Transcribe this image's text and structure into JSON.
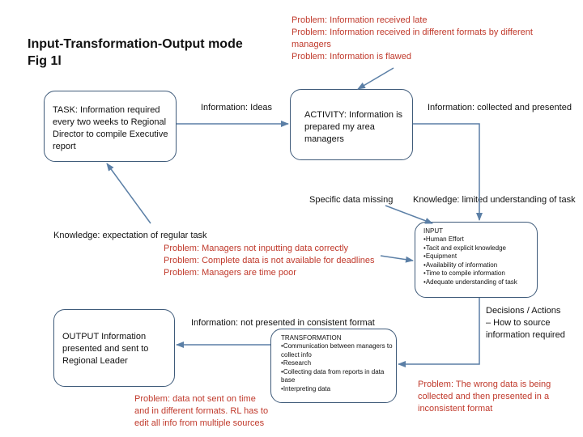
{
  "title": {
    "line1": "Input-Transformation-Output mode",
    "line2": "Fig 1l"
  },
  "top_problems": [
    "Problem: Information received late",
    "Problem: Information received in different formats by different managers",
    "Problem: Information is flawed"
  ],
  "task_box": {
    "text": "TASK: Information required every two weeks to Regional Director to compile Executive report"
  },
  "activity_box": {
    "text": "ACTIVITY: Information is prepared my area managers"
  },
  "input_box": {
    "heading": "INPUT",
    "items": [
      "Human Effort",
      "Tacit and explicit knowledge",
      "Equipment",
      "Availability of information",
      "Time to compile information",
      "Adequate understanding of task"
    ]
  },
  "transformation_box": {
    "heading": "TRANSFORMATION",
    "items": [
      "Communication between managers to collect info",
      "Research",
      "Collecting data from reports in data base",
      "Interpreting data"
    ]
  },
  "output_box": {
    "text": "OUTPUT Information presented and sent to Regional Leader"
  },
  "labels": {
    "info_ideas": "Information: Ideas",
    "info_collected": "Information: collected and presented",
    "specific_missing": "Specific data missing",
    "knowledge_limited": "Knowledge: limited understanding of task",
    "knowledge_expectation": "Knowledge: expectation of regular task",
    "info_not_consistent": "Information: not presented in consistent format",
    "decisions": "Decisions / Actions – How to source information required"
  },
  "mid_problems": [
    "Problem: Managers not inputting data correctly",
    "Problem:  Complete data is not available for deadlines",
    "Problem: Managers are time poor"
  ],
  "output_problem": "Problem: data not sent on time and in different formats. RL has to edit all info from multiple sources",
  "wrong_data_problem": "Problem: The wrong data is being collected and then presented in a inconsistent format",
  "colors": {
    "box_border": "#3f5b7a",
    "arrow": "#5b7fa6",
    "problem_text": "#c0392b"
  }
}
